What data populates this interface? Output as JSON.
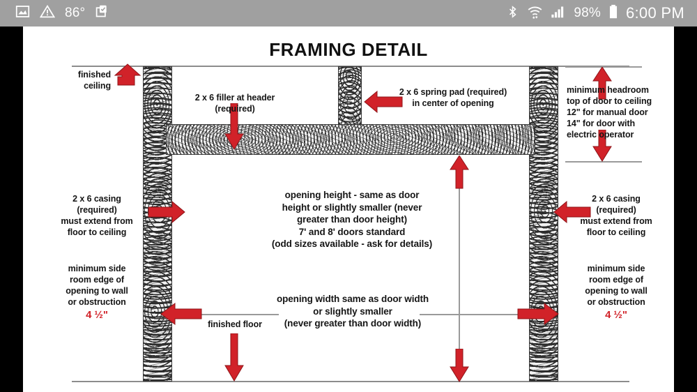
{
  "statusbar": {
    "left_icons": [
      "image-icon",
      "warning-triangle-icon",
      "clipboard-check-icon"
    ],
    "temperature": "86°",
    "right_icons": [
      "bluetooth-icon",
      "wifi-icon",
      "signal-bars-icon",
      "battery-icon"
    ],
    "battery_percent": "98%",
    "clock": "6:00 PM"
  },
  "drawing": {
    "title": "FRAMING DETAIL",
    "colors": {
      "arrow_red": "#d12229",
      "dimension_red": "#d12229",
      "text_black": "#151515",
      "line_gray": "#8c8c8c",
      "status_bar_gray": "#a0a0a0"
    },
    "annotations": {
      "finished_ceiling": {
        "line1": "finished",
        "line2": "ceiling"
      },
      "filler_at_header": {
        "line1": "2 x 6 filler at header",
        "line2": "(required)"
      },
      "spring_pad": {
        "line1": "2 x 6 spring pad (required)",
        "line2": "in center of opening"
      },
      "headroom": {
        "line1": "minimum headroom",
        "line2": "top of door to ceiling",
        "line3": "12\" for manual door",
        "line4": "14\" for door with",
        "line5": "electric operator"
      },
      "casing_left": {
        "line1": "2 x 6 casing",
        "line2": "(required)",
        "line3": "must extend from",
        "line4": "floor to ceiling"
      },
      "casing_right": {
        "line1": "2 x 6 casing",
        "line2": "(required)",
        "line3": "must extend from",
        "line4": "floor to ceiling"
      },
      "opening_height": {
        "line1": "opening height - same as door",
        "line2": "height or slightly smaller (never",
        "line3": "greater than door height)",
        "line4": "7' and 8' doors standard",
        "line5": "(odd sizes available - ask for details)"
      },
      "opening_width": {
        "line1": "opening width same as door width",
        "line2": "or slightly smaller",
        "line3": "(never greater than door width)"
      },
      "side_room_left": {
        "line1": "minimum side",
        "line2": "room edge of",
        "line3": "opening to wall",
        "line4": "or obstruction",
        "dimension": "4 ½\""
      },
      "side_room_right": {
        "line1": "minimum side",
        "line2": "room edge of",
        "line3": "opening to wall",
        "line4": "or obstruction",
        "dimension": "4 ½\""
      },
      "finished_floor": {
        "line1": "finished floor"
      }
    }
  }
}
